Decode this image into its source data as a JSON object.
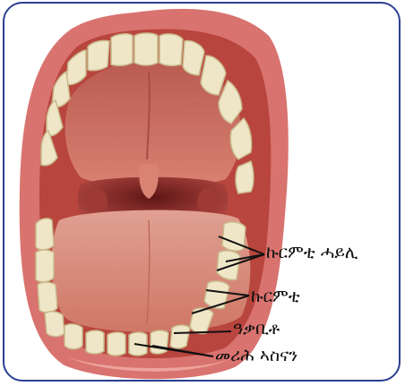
{
  "labels": {
    "molars": "ኩርምቲ ሓይሊ",
    "premolars": "ኩርምቲ",
    "canine": "ዓቃቢቶ",
    "incisors": "መሪሕ ኣስናን"
  },
  "colors": {
    "frame": "#2b3f8f",
    "lip": "#d9736f",
    "mouth_interior": "#b8453e",
    "palate": "#cf6a5e",
    "tongue": "#d98878",
    "throat": "#8a2a28",
    "tooth": "#efe6c8",
    "tooth_shadow": "#c8b98a",
    "leader": "#111111"
  }
}
